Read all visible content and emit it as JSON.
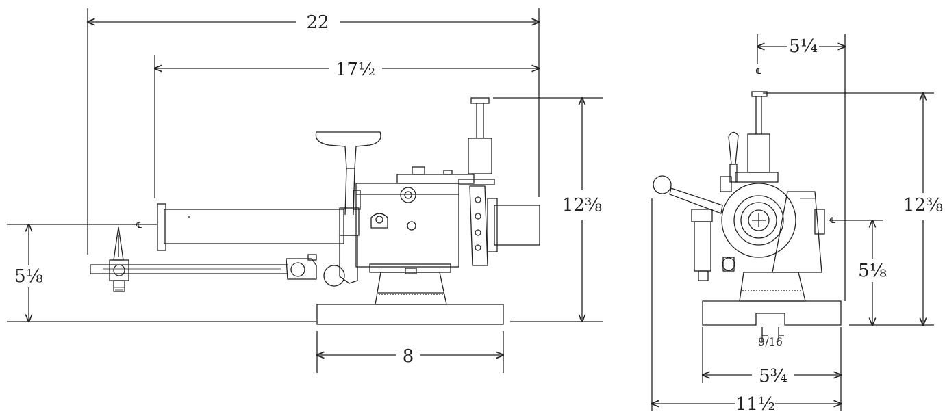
{
  "drawing": {
    "paper_color": "#ffffff",
    "ink_color": "#222222",
    "centerline_mark": "℄",
    "side_view": {
      "overall_length": "22",
      "bar_to_tube_end": "17½",
      "base_width": "8",
      "overall_height": "12⅜",
      "centre_height": "5⅛"
    },
    "end_view": {
      "offset_top": "5¼",
      "overall_height": "12⅜",
      "centre_height": "5⅛",
      "slot_width": "9/16",
      "base_width": "5¾",
      "overall_width": "11½"
    }
  }
}
